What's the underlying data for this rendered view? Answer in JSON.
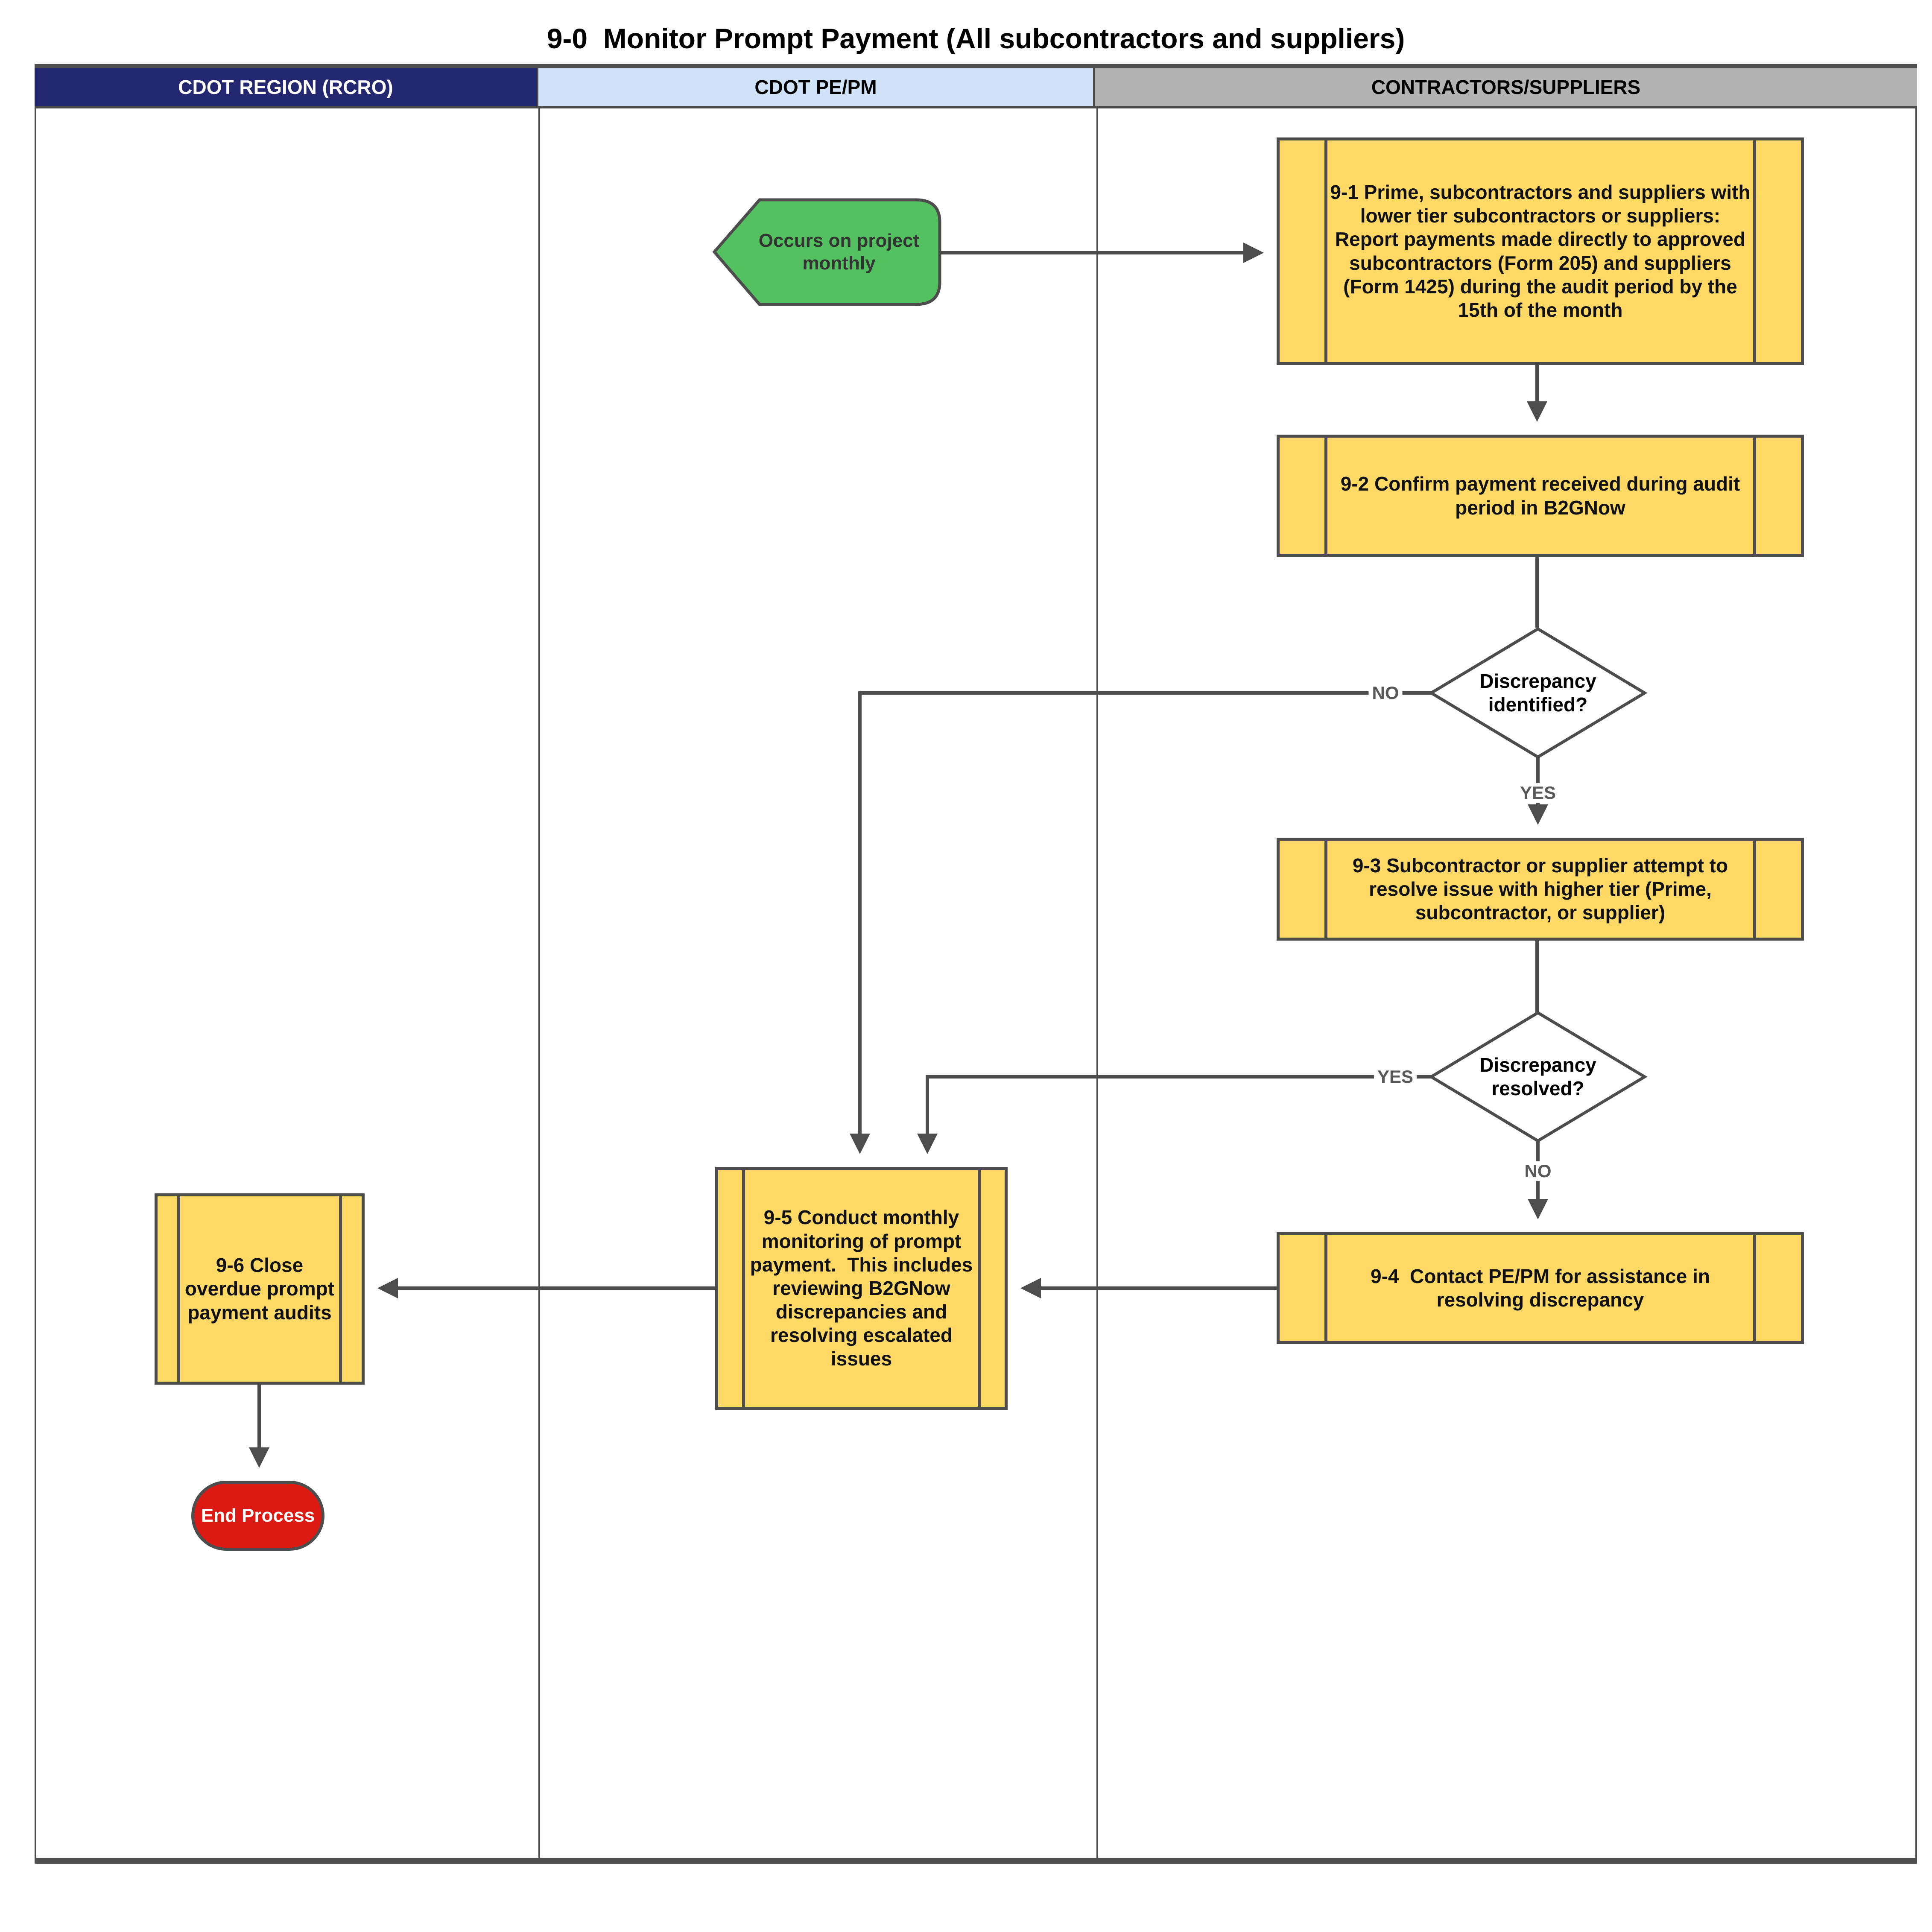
{
  "title": "9-0  Monitor Prompt Payment (All subcontractors and suppliers)",
  "lanes": [
    {
      "label": "CDOT REGION (RCRO)",
      "bg": "#23276f",
      "text_color": "#ffffff"
    },
    {
      "label": "CDOT PE/PM",
      "bg": "#cfe2f7",
      "text_color": "#000000"
    },
    {
      "label": "CONTRACTORS/SUPPLIERS",
      "bg": "#b3b3b3",
      "text_color": "#000000"
    }
  ],
  "nodes": {
    "start": {
      "type": "event",
      "label": "Occurs on project monthly",
      "fill": "#53c15f"
    },
    "step_9_1": {
      "type": "predefined-process",
      "label": "9-1 Prime, subcontractors and suppliers with lower tier subcontractors or suppliers:  Report payments made directly to approved subcontractors (Form 205) and suppliers (Form 1425) during the audit period by the 15th of the month",
      "fill": "#ffd966"
    },
    "step_9_2": {
      "type": "predefined-process",
      "label": "9-2 Confirm payment received during audit period in B2GNow",
      "fill": "#ffd966"
    },
    "decision_1": {
      "type": "decision",
      "label": "Discrepancy identified?",
      "fill": "#ffffff"
    },
    "step_9_3": {
      "type": "predefined-process",
      "label": "9-3 Subcontractor or supplier attempt to resolve issue with higher tier (Prime, subcontractor, or supplier)",
      "fill": "#ffd966"
    },
    "decision_2": {
      "type": "decision",
      "label": "Discrepancy resolved?",
      "fill": "#ffffff"
    },
    "step_9_4": {
      "type": "predefined-process",
      "label": "9-4  Contact PE/PM for assistance in resolving discrepancy",
      "fill": "#ffd966"
    },
    "step_9_5": {
      "type": "predefined-process",
      "label": "9-5 Conduct monthly monitoring of prompt payment.  This includes reviewing B2GNow discrepancies and resolving escalated issues",
      "fill": "#ffd966"
    },
    "step_9_6": {
      "type": "predefined-process",
      "label": "9-6 Close overdue prompt payment audits",
      "fill": "#ffd966"
    },
    "end": {
      "type": "terminator",
      "label": "End Process",
      "fill": "#dc1a13"
    }
  },
  "edge_labels": {
    "decision1_no": "NO",
    "decision1_yes": "YES",
    "decision2_yes": "YES",
    "decision2_no": "NO"
  },
  "colors": {
    "connector_line": "#4d4d4d",
    "process_fill": "#ffd966",
    "start_fill": "#53c15f",
    "end_fill": "#dc1a13",
    "lane1_header": "#23276f",
    "lane2_header": "#cfe2f7",
    "lane3_header": "#b3b3b3"
  }
}
